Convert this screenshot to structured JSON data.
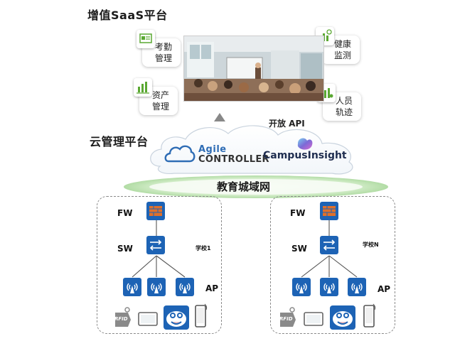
{
  "saas": {
    "title": "增值SaaS平台",
    "apps": [
      {
        "label": "考勤\n管理",
        "icon": "attendance-icon"
      },
      {
        "label": "资产\n管理",
        "icon": "asset-icon"
      },
      {
        "label": "健康\n监测",
        "icon": "health-icon"
      },
      {
        "label": "人员\n轨迹",
        "icon": "track-icon"
      }
    ]
  },
  "api": {
    "label": "开放 API"
  },
  "cloud_platform": {
    "title": "云管理平台",
    "agile_line1": "Agile",
    "agile_line2": "CONTROLLER",
    "campus": "CampusInsight"
  },
  "network": {
    "label": "教育城域网"
  },
  "schools": [
    {
      "name": "学校1",
      "fw": "FW",
      "sw": "SW",
      "ap": "AP"
    },
    {
      "name": "学校N",
      "fw": "FW",
      "sw": "SW",
      "ap": "AP"
    }
  ],
  "terminals": {
    "rfid": "RFID"
  },
  "colors": {
    "device_blue": "#1d63b5",
    "icon_green": "#5aa832",
    "firewall_orange": "#e0702a"
  }
}
